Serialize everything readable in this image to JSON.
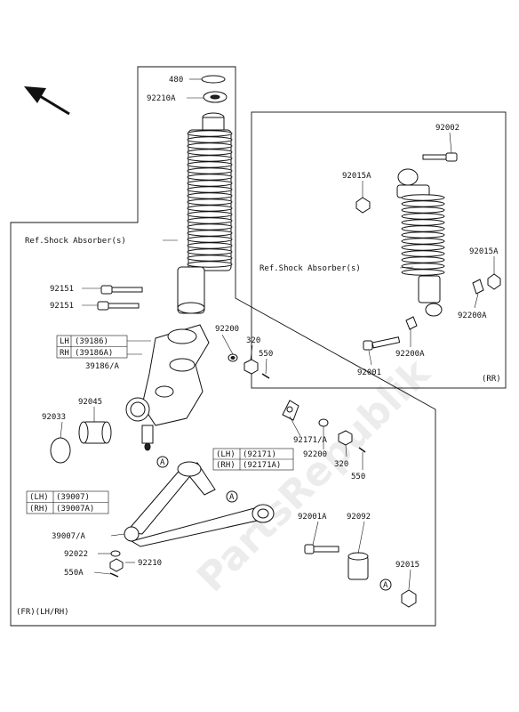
{
  "watermark": "PartsRepublik",
  "labels": {
    "p480": "480",
    "p92210A": "92210A",
    "refShockFront": "Ref.Shock Absorber(s)",
    "p92151a": "92151",
    "p92151b": "92151",
    "lh39186": "(39186)",
    "rh39186": "(39186A)",
    "lh": "LH",
    "rh": "RH",
    "p39186A": "39186/A",
    "p92200": "92200",
    "p320": "320",
    "p550": "550",
    "p92045": "92045",
    "p92033": "92033",
    "p92171A": "92171/A",
    "lh92171": "(LH)",
    "lh92171v": "(92171)",
    "rh92171": "(RH)",
    "rh92171v": "(92171A)",
    "p92200b": "92200",
    "p320b": "320",
    "p550b": "550",
    "lh39007": "(LH)",
    "lh39007v": "(39007)",
    "rh39007": "(RH)",
    "rh39007v": "(39007A)",
    "p39007A": "39007/A",
    "p92022": "92022",
    "p92210": "92210",
    "p550A": "550A",
    "frLhRh": "(FR)(LH/RH)",
    "p92001A": "92001A",
    "p92092": "92092",
    "p92015": "92015",
    "circleA": "A",
    "rr": {
      "p92002": "92002",
      "p92015A": "92015A",
      "refShock": "Ref.Shock Absorber(s)",
      "p92015Ab": "92015A",
      "p92200A": "92200A",
      "p92001": "92001",
      "p92200Ab": "92200A",
      "tag": "(RR)"
    }
  }
}
